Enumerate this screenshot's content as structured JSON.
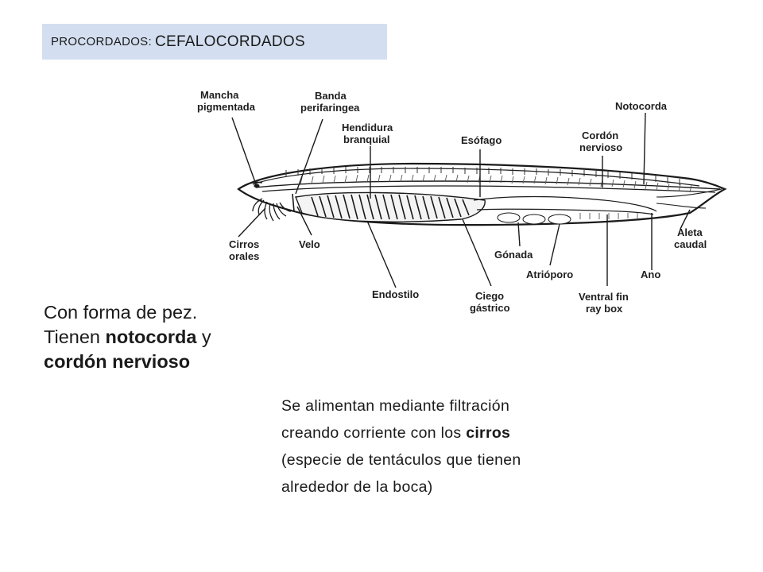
{
  "header": {
    "prefix": "PROCORDADOS:",
    "title": "CEFALOCORDADOS",
    "background": "#d3dff0"
  },
  "diagram": {
    "labels": {
      "mancha_line1": "Mancha",
      "mancha_line2": "pigmentada",
      "banda_line1": "Banda",
      "banda_line2": "perifaringea",
      "hendidura_line1": "Hendidura",
      "hendidura_line2": "branquial",
      "esofago": "Esófago",
      "cordon_line1": "Cordón",
      "cordon_line2": "nervioso",
      "notocorda": "Notocorda",
      "cirros_line1": "Cirros",
      "cirros_line2": "orales",
      "velo": "Velo",
      "endostilo": "Endostilo",
      "ciego_line1": "Ciego",
      "ciego_line2": "gástrico",
      "gonada": "Gónada",
      "atrioporo": "Atrióporo",
      "ventral_line1": "Ventral fin",
      "ventral_line2": "ray box",
      "ano": "Ano",
      "aleta_line1": "Aleta",
      "aleta_line2": "caudal"
    }
  },
  "left_text": {
    "line1": "Con forma de pez.",
    "line2_pre": "Tienen ",
    "line2_bold": "notocorda",
    "line2_post": " y",
    "line3_bold": "cordón nervioso"
  },
  "right_text": {
    "line1": "Se alimentan mediante filtración",
    "line2_pre": "creando corriente con los ",
    "line2_bold": "cirros",
    "line3": "(especie de tentáculos que tienen",
    "line4": "alrededor de la boca)"
  }
}
